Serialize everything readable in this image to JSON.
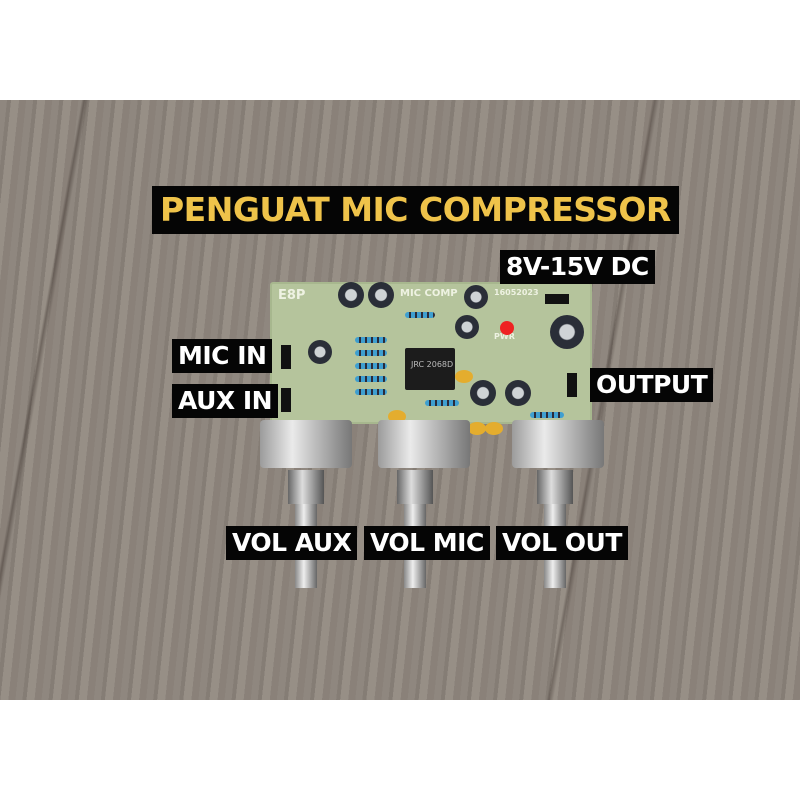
{
  "title": "PENGUAT MIC COMPRESSOR",
  "labels": {
    "power": "8V-15V DC",
    "mic_in": "MIC IN",
    "aux_in": "AUX IN",
    "output": "OUTPUT",
    "vol_aux": "VOL AUX",
    "vol_mic": "VOL MIC",
    "vol_out": "VOL OUT"
  },
  "pcb": {
    "brand": "E8P",
    "name": "MIC COMP",
    "date": "16052023",
    "ic": "JRC 2068D",
    "pwr": "PWR"
  },
  "colors": {
    "title": "#efc34a",
    "label_bg": "#050505",
    "label_text": "#ffffff",
    "pcb": "#b5c49c"
  }
}
